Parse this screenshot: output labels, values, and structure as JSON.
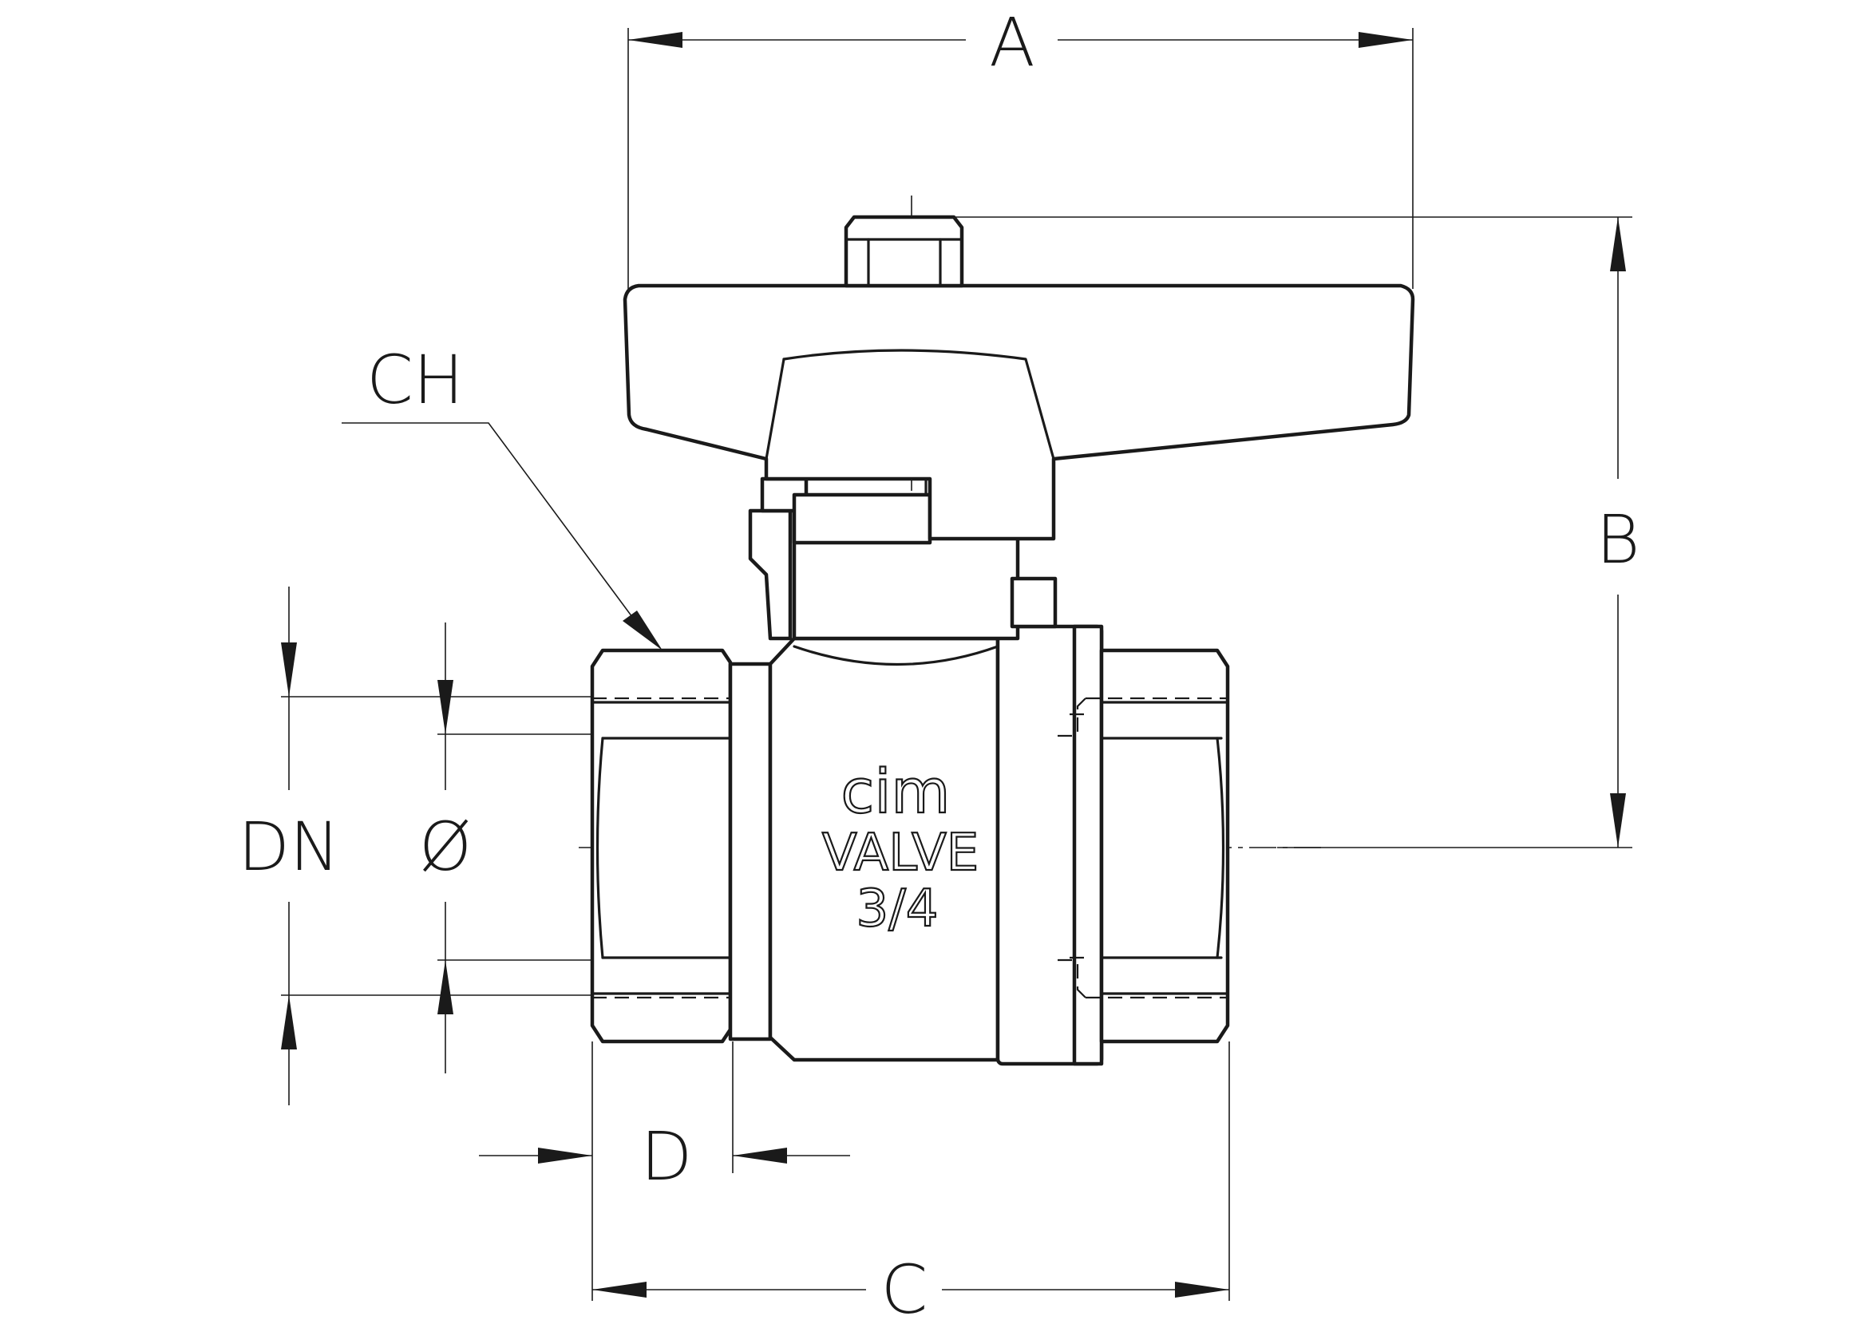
{
  "dimension_labels": {
    "a": "A",
    "b": "B",
    "c": "C",
    "d": "D",
    "ch": "CH",
    "dn": "DN",
    "diameter": "Ø"
  },
  "body_marking": {
    "brand": "cim",
    "product": "VALVE",
    "size": "3/4"
  }
}
